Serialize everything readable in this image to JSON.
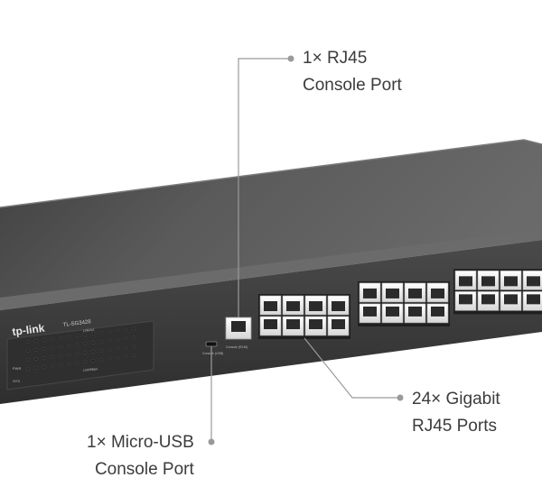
{
  "callouts": {
    "console_rj45": {
      "line1": "1× RJ45",
      "line2": "Console Port"
    },
    "gigabit_ports": {
      "line1": "24× Gigabit",
      "line2": "RJ45 Ports"
    },
    "micro_usb": {
      "line1": "1× Micro-USB",
      "line2": "Console Port"
    }
  },
  "device": {
    "brand": "tp-link",
    "model": "TL-SG3428",
    "console_label": "Console (RJ45)",
    "usb_label": "Console (USB)",
    "legend_link": "Link/Act",
    "legend_speed": "1000Mbps",
    "led_pwr": "PWR",
    "led_sys": "SYS"
  },
  "colors": {
    "chassis_top": "#505050",
    "chassis_front": "#3a3a3a",
    "port_face": "#f2f2f2",
    "callout_line": "#9a9a9a",
    "callout_text": "#3c3c3c"
  }
}
